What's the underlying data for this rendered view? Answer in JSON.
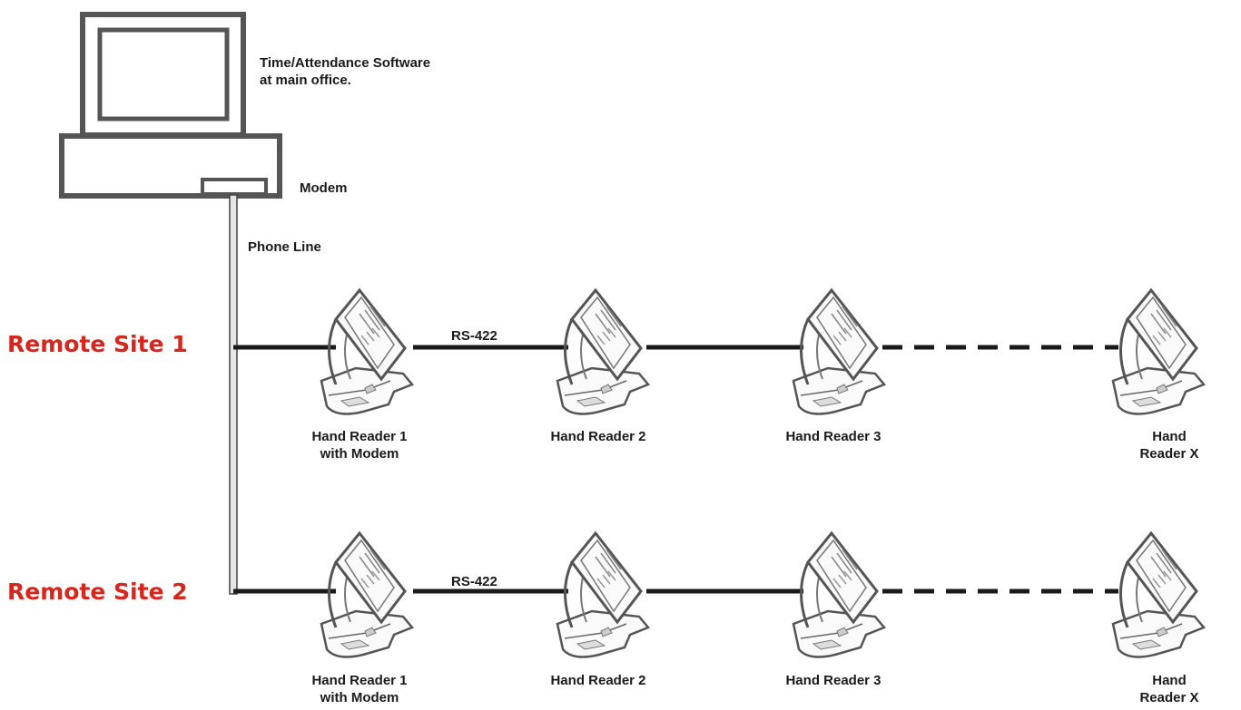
{
  "computer": {
    "software_label": "Time/Attendance Software\nat main office.",
    "modem_label": "Modem",
    "phone_line_label": "Phone Line"
  },
  "sites": [
    {
      "label": "Remote Site 1",
      "link_label": "RS-422",
      "readers": [
        "Hand Reader 1\nwith Modem",
        "Hand Reader 2",
        "Hand Reader 3",
        "Hand Reader X"
      ]
    },
    {
      "label": "Remote Site 2",
      "link_label": "RS-422",
      "readers": [
        "Hand Reader 1\nwith Modem",
        "Hand Reader 2",
        "Hand Reader 3",
        "Hand Reader X"
      ]
    }
  ],
  "colors": {
    "line": "#1a1a1a",
    "device_stroke": "#5a5a5a",
    "site_label": "#d7261e"
  }
}
